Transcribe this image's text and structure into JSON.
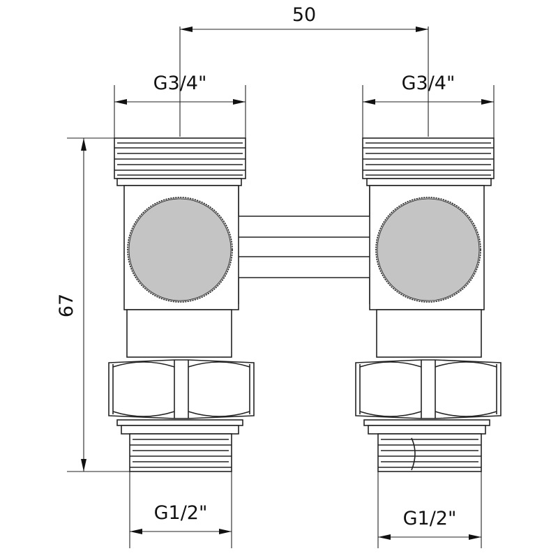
{
  "dimensions": {
    "center_distance": "50",
    "top_left_thread": "G3/4\"",
    "top_right_thread": "G3/4\"",
    "height": "67",
    "bottom_left_thread": "G1/2\"",
    "bottom_right_thread": "G1/2\""
  },
  "colors": {
    "line": "#222222",
    "knob_fill": "#c4c4c4",
    "background": "#ffffff"
  }
}
